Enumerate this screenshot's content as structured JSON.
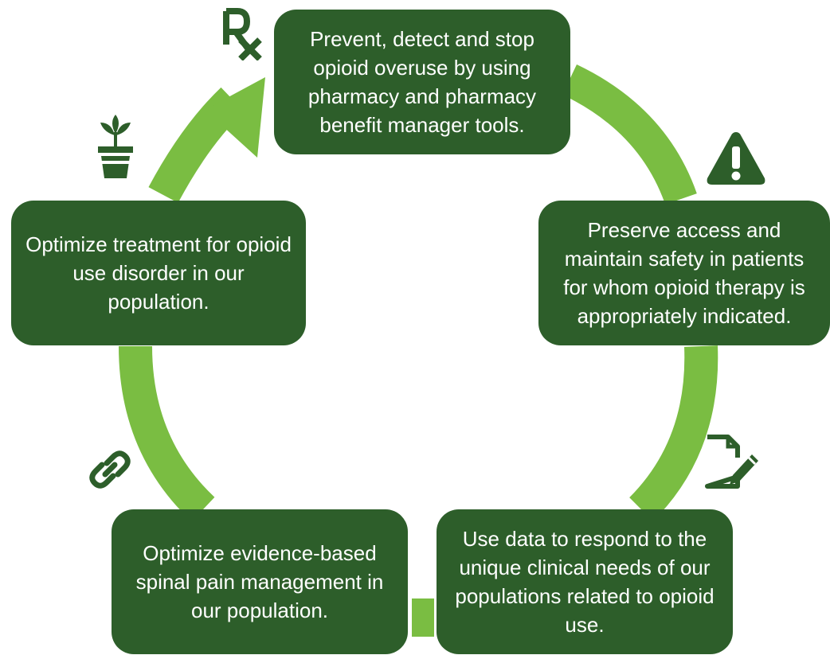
{
  "colors": {
    "box": "#2d5e2a",
    "arrow": "#7abd42",
    "icon": "#2d5e2a",
    "text": "#ffffff"
  },
  "steps": [
    {
      "text": "Prevent, detect and stop opioid overuse by using pharmacy and pharmacy benefit manager tools.",
      "icon": "rx-icon"
    },
    {
      "text": "Preserve access and maintain safety in patients for whom opioid therapy is appropriately indicated.",
      "icon": "warning-icon"
    },
    {
      "text": "Use data to respond to the unique clinical needs of our populations related to opioid use.",
      "icon": "document-edit-icon"
    },
    {
      "text": "Optimize evidence-based spinal pain management in our population.",
      "icon": "link-icon"
    },
    {
      "text": "Optimize treatment for opioid use disorder in our population.",
      "icon": "plant-icon"
    }
  ]
}
